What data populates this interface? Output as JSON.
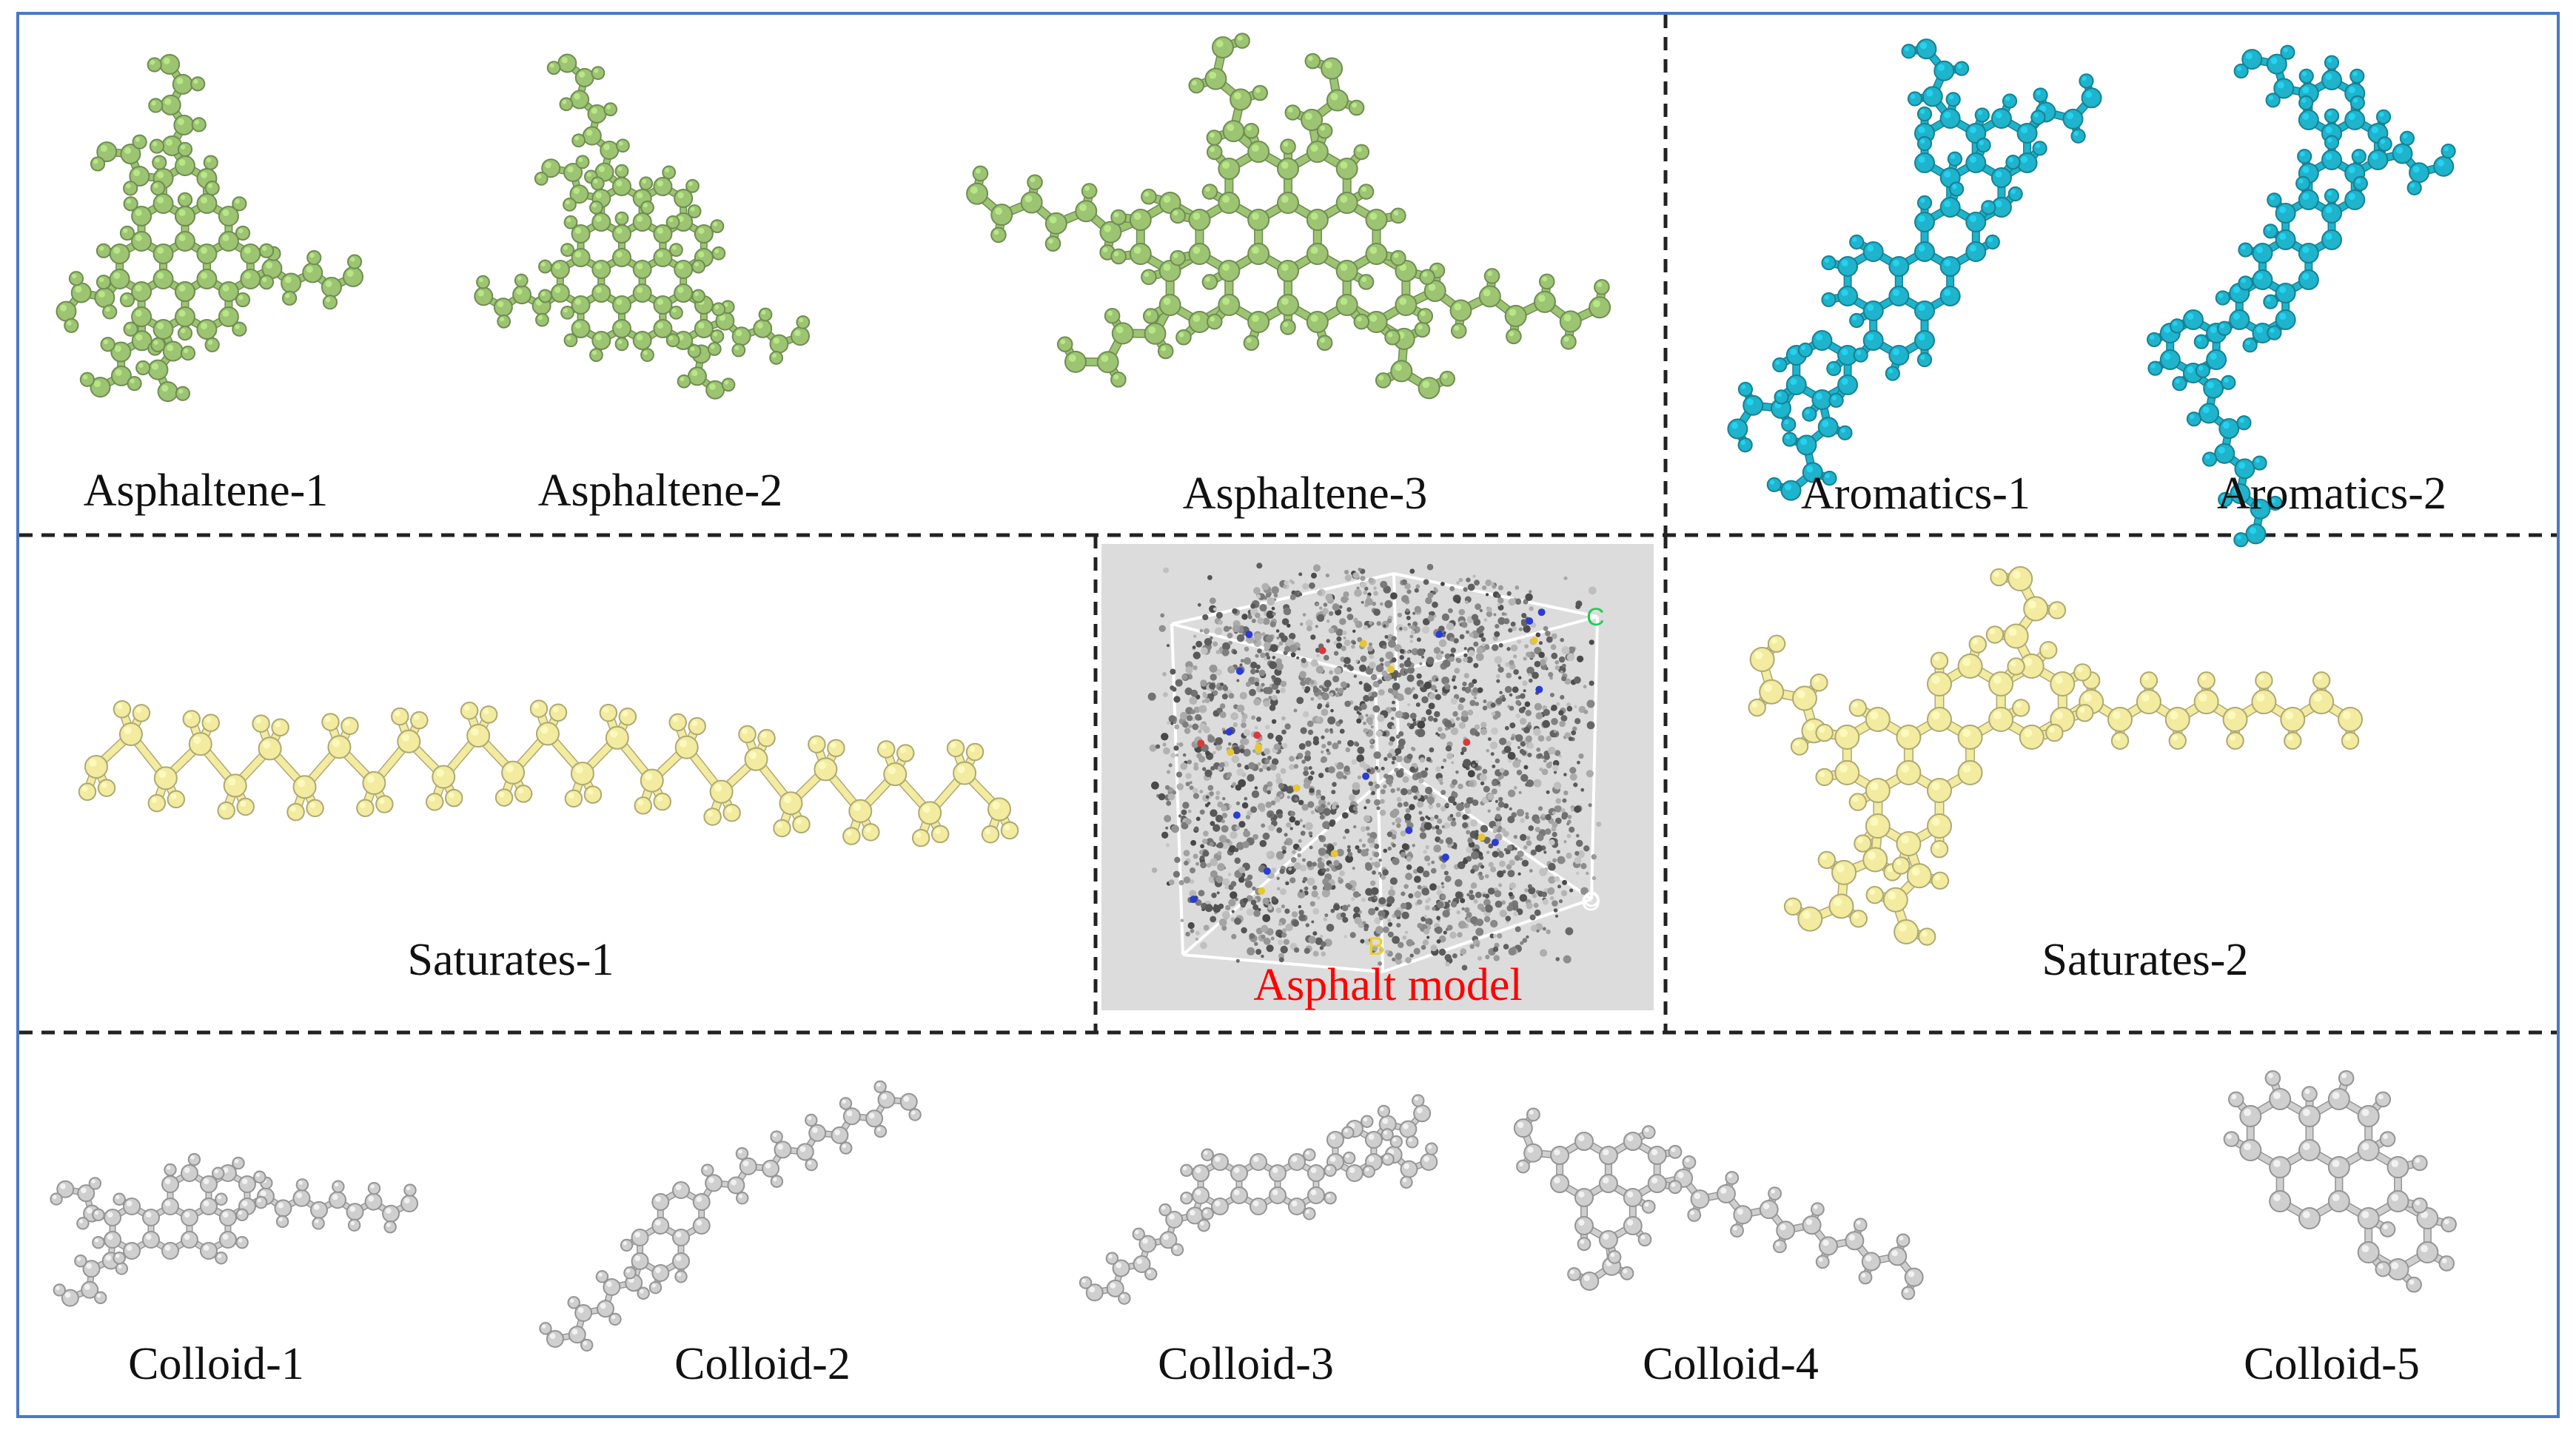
{
  "panels": {
    "asphaltene_1": "Asphaltene-1",
    "asphaltene_2": "Asphaltene-2",
    "asphaltene_3": "Asphaltene-3",
    "aromatics_1": "Aromatics-1",
    "aromatics_2": "Aromatics-2",
    "saturates_1": "Saturates-1",
    "saturates_2": "Saturates-2",
    "asphalt_model": "Asphalt model",
    "colloid_1": "Colloid-1",
    "colloid_2": "Colloid-2",
    "colloid_3": "Colloid-3",
    "colloid_4": "Colloid-4",
    "colloid_5": "Colloid-5"
  },
  "axes": {
    "c": "C",
    "o": "O",
    "b": "B"
  },
  "colors": {
    "asphaltene": "#9cc472",
    "aromatics": "#1fb3cc",
    "saturates": "#f2eba0",
    "colloid": "#cfcfcf",
    "frame": "#4a78c4",
    "model_label": "#ff0000"
  }
}
